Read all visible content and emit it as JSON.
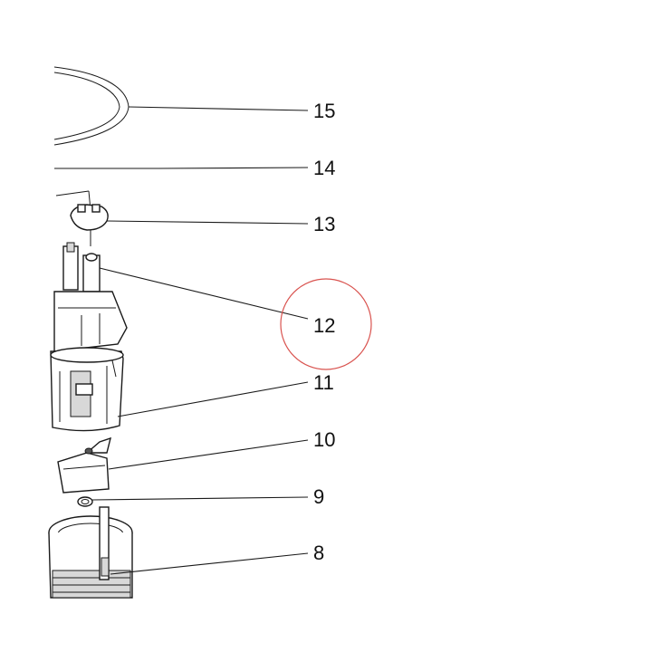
{
  "callouts": [
    {
      "id": "15",
      "label": "15"
    },
    {
      "id": "14",
      "label": "14"
    },
    {
      "id": "13",
      "label": "13"
    },
    {
      "id": "12",
      "label": "12",
      "highlighted": true
    },
    {
      "id": "11",
      "label": "11"
    },
    {
      "id": "10",
      "label": "10"
    },
    {
      "id": "9",
      "label": "9"
    },
    {
      "id": "8",
      "label": "8"
    }
  ],
  "colors": {
    "line": "#1a1a1a",
    "highlight_circle": "#d9534f",
    "background": "#ffffff"
  }
}
